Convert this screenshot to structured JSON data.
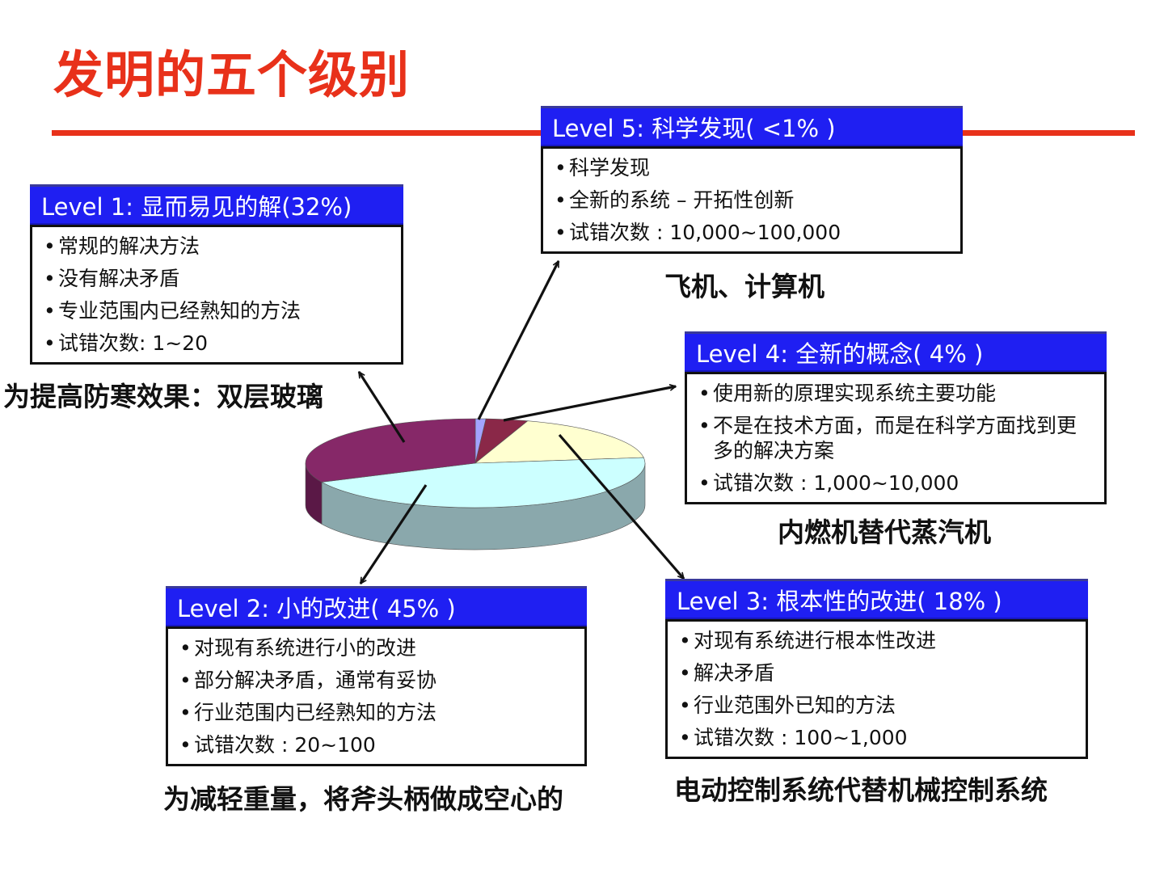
{
  "title": "发明的五个级别",
  "colors": {
    "title_red": "#e8311a",
    "rule_red": "#e8311a",
    "header_blue": "#1f1ff2",
    "arrow": "#111111"
  },
  "levels": [
    {
      "header": "Level 1: 显而易见的解(32%)",
      "bullets": [
        "常规的解决方法",
        "没有解决矛盾",
        "专业范围内已经熟知的方法",
        "试错次数: 1~20"
      ],
      "example": "为提高防寒效果：双层玻璃"
    },
    {
      "header": "Level 2: 小的改进( 45% )",
      "bullets": [
        "对现有系统进行小的改进",
        "部分解决矛盾，通常有妥协",
        "行业范围内已经熟知的方法",
        "试错次数 : 20~100"
      ],
      "example": "为减轻重量，将斧头柄做成空心的"
    },
    {
      "header": "Level 3: 根本性的改进( 18% )",
      "bullets": [
        "对现有系统进行根本性改进",
        "解决矛盾",
        "行业范围外已知的方法",
        "试错次数 : 100~1,000"
      ],
      "example": "电动控制系统代替机械控制系统"
    },
    {
      "header": "Level 4: 全新的概念( 4% )",
      "bullets": [
        "使用新的原理实现系统主要功能",
        "不是在技术方面，而是在科学方面找到更多的解决方案",
        "试错次数 : 1,000~10,000"
      ],
      "example": "内燃机替代蒸汽机"
    },
    {
      "header": "Level 5: 科学发现( <1% )",
      "bullets": [
        "科学发现",
        "全新的系统 – 开拓性创新",
        "试错次数 : 10,000~100,000"
      ],
      "example": "飞机、计算机"
    }
  ],
  "pie": {
    "start_deg": 90,
    "slices": [
      {
        "level": 5,
        "value": 1,
        "color": "#a3a3ff",
        "side": "#6a6acc"
      },
      {
        "level": 4,
        "value": 4,
        "color": "#8a2848",
        "side": "#5e1a30"
      },
      {
        "level": 3,
        "value": 18,
        "color": "#ffffd0",
        "side": "#cfcfa0"
      },
      {
        "level": 2,
        "value": 45,
        "color": "#ccffff",
        "side": "#8aa8ac"
      },
      {
        "level": 1,
        "value": 32,
        "color": "#862868",
        "side": "#5a1846"
      }
    ]
  }
}
